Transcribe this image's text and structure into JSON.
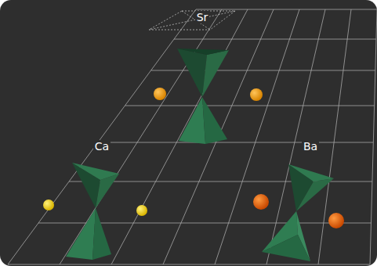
{
  "diagram": {
    "labels": [
      "Sr",
      "Ca",
      "Ba"
    ]
  }
}
